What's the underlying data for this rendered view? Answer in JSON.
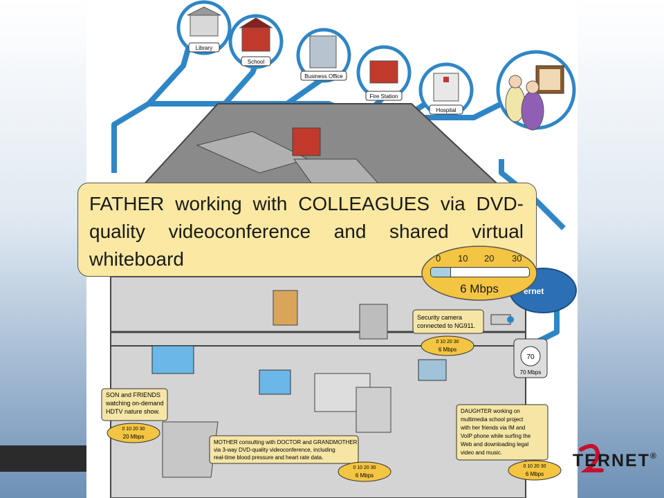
{
  "callout": {
    "text": "FATHER working with COLLEAGUES via DVD-quality videoconference and shared virtual whiteboard"
  },
  "main_gauge": {
    "ticks": [
      "0",
      "10",
      "20",
      "30"
    ],
    "value_label": "6 Mbps",
    "fill_fraction": 0.2
  },
  "buildings": [
    {
      "label": "Library"
    },
    {
      "label": "School"
    },
    {
      "label": "Business Office"
    },
    {
      "label": "Fire Station"
    },
    {
      "label": "Hospital"
    }
  ],
  "internet_cloud": {
    "label": "ernet"
  },
  "notes": [
    {
      "id": "security",
      "lines": [
        "Security camera",
        "connected to NG911."
      ],
      "gauge_value": "6 Mbps"
    },
    {
      "id": "son",
      "lines": [
        "SON and FRIENDS",
        "watching on-demand",
        "HDTV nature show."
      ],
      "gauge_value": "20 Mbps"
    },
    {
      "id": "mother",
      "lines": [
        "MOTHER consulting with DOCTOR and GRANDMOTHER",
        "via 3-way DVD-quality videoconference, including",
        "real-time blood pressure and heart rate data."
      ],
      "gauge_value": "6 Mbps"
    },
    {
      "id": "daughter",
      "lines": [
        "DAUGHTER working on",
        "multimedia school project",
        "with her friends via IM and",
        "VoIP phone while surfing the",
        "Web and downloading legal",
        "video and music."
      ],
      "gauge_value": "6 Mbps"
    },
    {
      "id": "thermostat",
      "lines": [],
      "gauge_value": "70 Mbps"
    }
  ],
  "small_gauge_ticks": "0  10  20  30",
  "thermostat_reading": "70",
  "logo": {
    "text": "TERNET",
    "mark": "2",
    "registered": "®"
  },
  "colors": {
    "callout_fill": "#fbe8a2",
    "pipe_blue": "#2f86c6",
    "house_gray": "#c9c9c9",
    "roof_gray": "#8a8a8a",
    "bg_gradient_bottom": "#6d90b5",
    "logo_red": "#c8102e"
  }
}
